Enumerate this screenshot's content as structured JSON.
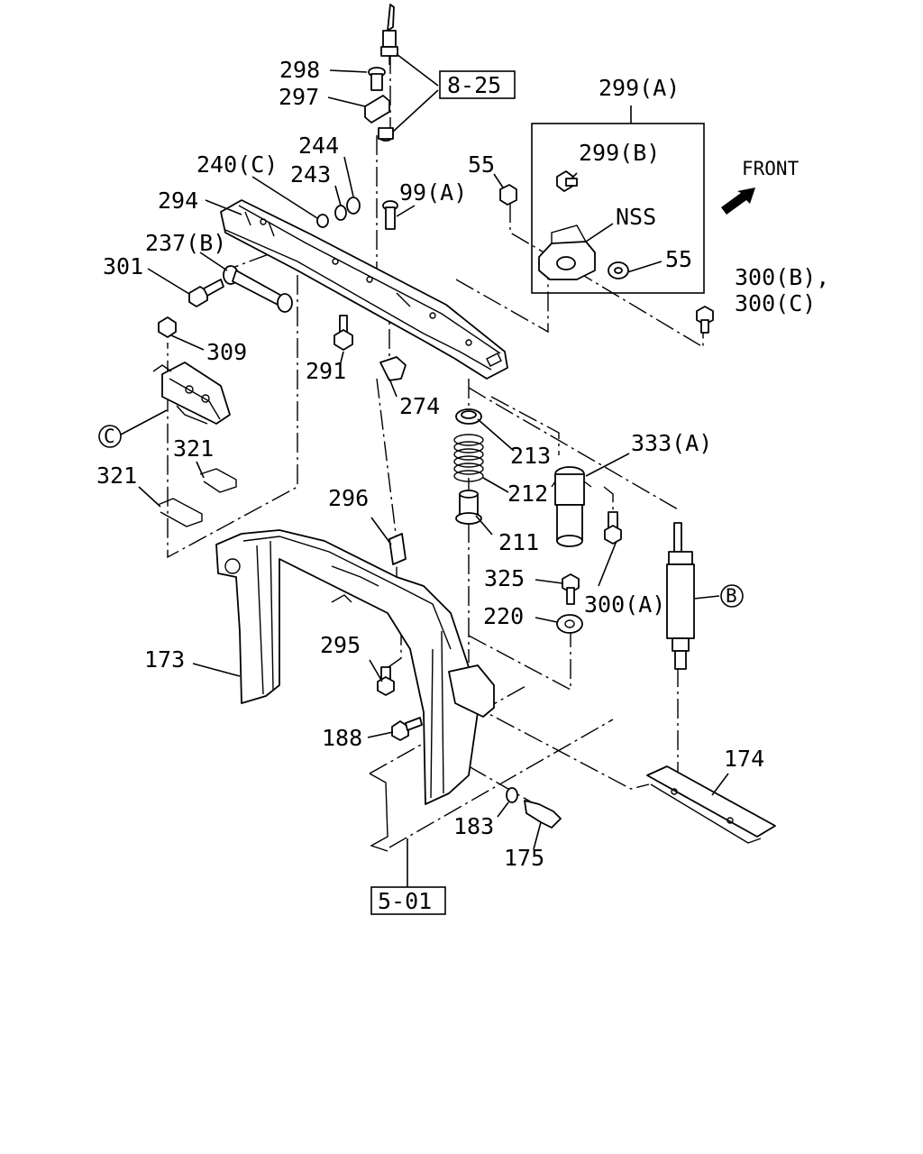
{
  "diagram": {
    "labels": {
      "p298": "298",
      "p297": "297",
      "ref_8_25": "8-25",
      "p244": "244",
      "p243": "243",
      "p240c": "240(C)",
      "p294": "294",
      "p99a": "99(A)",
      "p55a": "55",
      "p299a": "299(A)",
      "p299b": "299(B)",
      "nss": "NSS",
      "p55b": "55",
      "front": "FRONT",
      "p237b": "237(B)",
      "p301": "301",
      "p300bc_1": "300(B),",
      "p300bc_2": "300(C)",
      "p309": "309",
      "p291": "291",
      "p274": "274",
      "callout_c": "C",
      "p321a": "321",
      "p321b": "321",
      "p213": "213",
      "p333a": "333(A)",
      "p212": "212",
      "p296": "296",
      "p211": "211",
      "p325": "325",
      "p300a": "300(A)",
      "callout_b": "B",
      "p220": "220",
      "p173": "173",
      "p295": "295",
      "p188": "188",
      "p174": "174",
      "p183": "183",
      "p175": "175",
      "ref_5_01": "5-01"
    }
  }
}
